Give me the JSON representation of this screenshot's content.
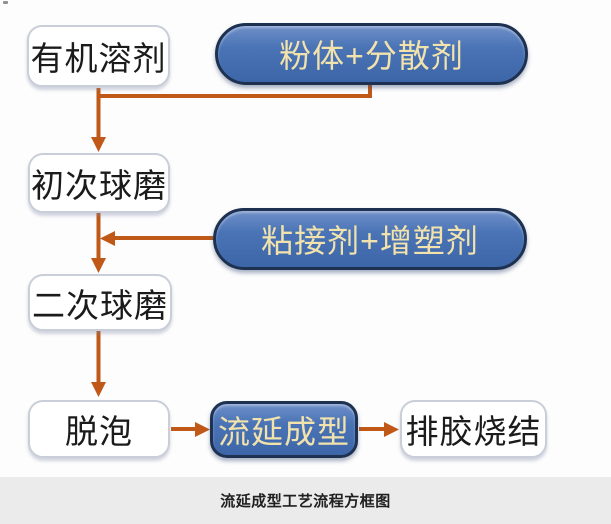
{
  "diagram": {
    "caption": "流延成型工艺流程方框图",
    "nodes": [
      {
        "id": "organic-solvent",
        "label": "有机溶剂",
        "type": "process-box"
      },
      {
        "id": "powder-dispersant",
        "label": "粉体+分散剂",
        "type": "input-pill"
      },
      {
        "id": "first-ball-milling",
        "label": "初次球磨",
        "type": "process-box"
      },
      {
        "id": "binder-plasticizer",
        "label": "粘接剂+增塑剂",
        "type": "input-pill"
      },
      {
        "id": "second-ball-milling",
        "label": "二次球磨",
        "type": "process-box"
      },
      {
        "id": "defoaming",
        "label": "脱泡",
        "type": "process-box"
      },
      {
        "id": "tape-casting",
        "label": "流延成型",
        "type": "highlight-pill"
      },
      {
        "id": "debinding-sintering",
        "label": "排胶烧结",
        "type": "process-box"
      }
    ],
    "edges": [
      {
        "from": "organic-solvent",
        "to": "first-ball-milling"
      },
      {
        "from": "powder-dispersant",
        "to": "first-ball-milling"
      },
      {
        "from": "first-ball-milling",
        "to": "second-ball-milling"
      },
      {
        "from": "binder-plasticizer",
        "to": "second-ball-milling"
      },
      {
        "from": "second-ball-milling",
        "to": "defoaming"
      },
      {
        "from": "defoaming",
        "to": "tape-casting"
      },
      {
        "from": "tape-casting",
        "to": "debinding-sintering"
      }
    ],
    "colors": {
      "arrow": "#C05818",
      "pill_fill": "#4A74B6",
      "pill_border": "#1E3150",
      "pill_text": "#F2E2AB",
      "box_border": "#C9CED8",
      "box_text": "#1B1B1B",
      "caption_band_bg": "#EBEBEB",
      "caption_text": "#202020"
    }
  }
}
